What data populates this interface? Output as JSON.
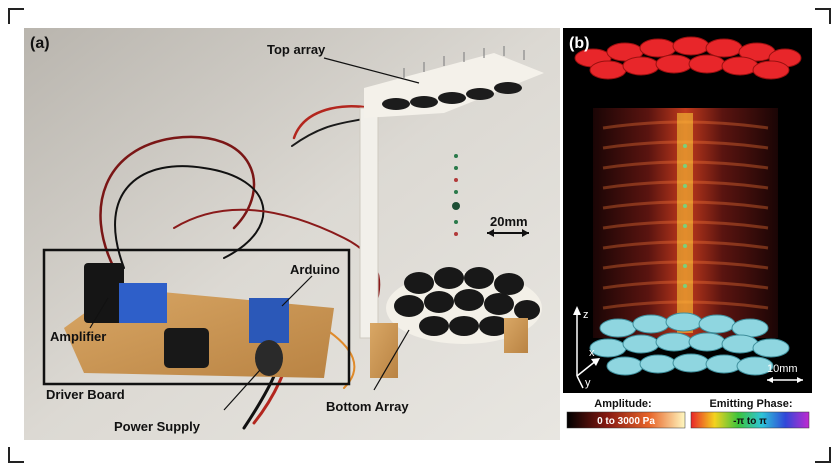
{
  "panel_a": {
    "panel_label": "(a)",
    "labels": {
      "top_array": "Top array",
      "arduino": "Arduino",
      "amplifier": "Amplifier",
      "driver_board": "Driver Board",
      "power_supply": "Power Supply",
      "bottom_array": "Bottom Array",
      "scale": "20mm"
    }
  },
  "panel_b": {
    "panel_label": "(b)",
    "axes": {
      "z": "z",
      "x": "x",
      "y": "y"
    },
    "scale": "10mm",
    "legend": {
      "amplitude_title": "Amplitude:",
      "amplitude_range": "0 to 3000 Pa",
      "phase_title": "Emitting Phase:",
      "phase_range": "-π to π"
    }
  },
  "colors": {
    "top_transducers": "#e8262a",
    "bottom_transducers": "#8fd6e0",
    "field_hot": "#ffd23a"
  }
}
